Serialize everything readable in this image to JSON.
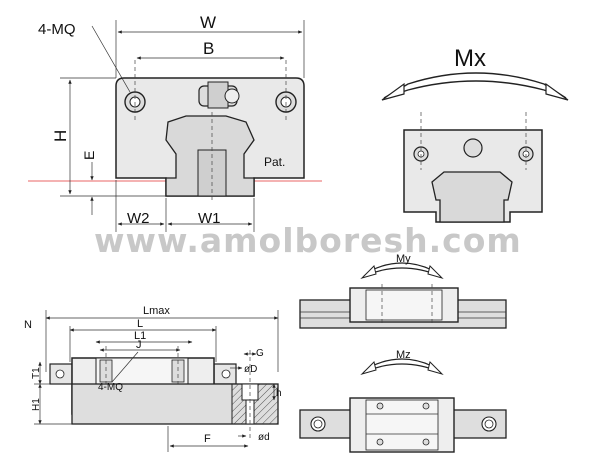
{
  "top_left": {
    "label_mq": "4-MQ",
    "label_w": "W",
    "label_b": "B",
    "label_h": "H",
    "label_e": "E",
    "label_w2": "W2",
    "label_w1": "W1",
    "label_pat": "Pat."
  },
  "top_right": {
    "label_mx": "Mx"
  },
  "watermark": "www.amolboresh.com",
  "bottom_left": {
    "label_lmax": "Lmax",
    "label_n": "N",
    "label_l": "L",
    "label_l1": "L1",
    "label_j": "J",
    "label_t1": "T1",
    "label_h1": "H1",
    "label_mq": "4-MQ",
    "label_g": "G",
    "label_d_big": "øD",
    "label_h_small": "h",
    "label_d_small": "ød",
    "label_f": "F"
  },
  "bottom_right": {
    "label_my": "My",
    "label_mz": "Mz"
  }
}
